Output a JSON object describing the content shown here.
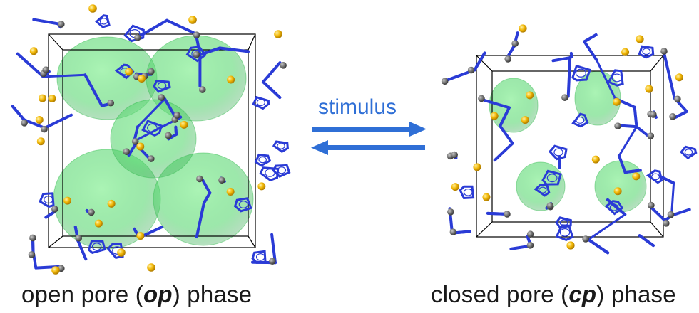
{
  "stimulus_label": "stimulus",
  "left_panel": {
    "caption_prefix": "open pore (",
    "caption_abbr": "op",
    "caption_suffix": ") phase"
  },
  "right_panel": {
    "caption_prefix": "closed pore (",
    "caption_abbr": "cp",
    "caption_suffix": ") phase"
  },
  "colors": {
    "bond_blue": "#2a3bd6",
    "atom_grey": "#6e6e6e",
    "atom_gold": "#f2b705",
    "pore_green": "#4cd466",
    "arrow_blue": "#2f6fd6",
    "cell_edge": "#000000"
  }
}
